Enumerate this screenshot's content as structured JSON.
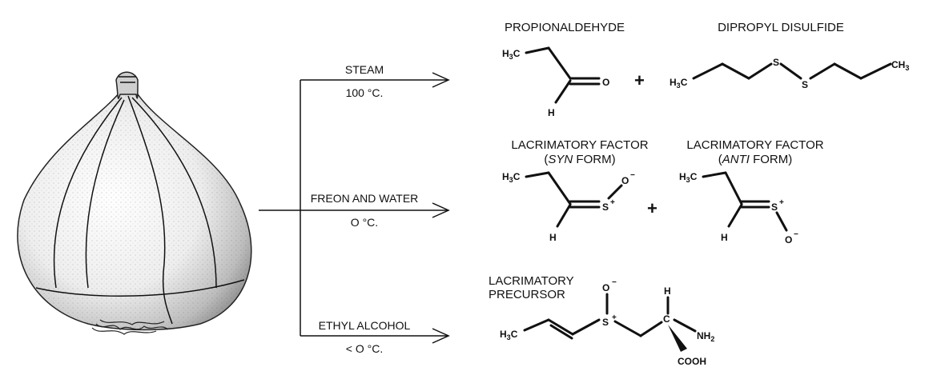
{
  "onion": {
    "icon": "onion-illustration"
  },
  "reactions": [
    {
      "condition_top": "STEAM",
      "condition_bottom": "100 °C."
    },
    {
      "condition_top": "FREON AND WATER",
      "condition_bottom": "O °C."
    },
    {
      "condition_top": "ETHYL ALCOHOL",
      "condition_bottom": "< O °C."
    }
  ],
  "products": {
    "propionaldehyde": {
      "title": "PROPIONALDEHYDE"
    },
    "dipropyl_disulfide": {
      "title": "DIPROPYL DISULFIDE"
    },
    "lf_syn": {
      "title_line1": "LACRIMATORY FACTOR",
      "title_line2": "(SYN FORM)"
    },
    "lf_anti": {
      "title_line1": "LACRIMATORY FACTOR",
      "title_line2": "(ANTI FORM)"
    },
    "precursor": {
      "title_line1": "LACRIMATORY",
      "title_line2": "PRECURSOR"
    }
  },
  "atoms": {
    "h3c": "H",
    "h3c_sub": "3",
    "h3c_c": "C",
    "ch3_c": "CH",
    "ch3_sub": "3",
    "o": "O",
    "h": "H",
    "s": "S",
    "c": "C",
    "nh2": "NH",
    "nh2_sub": "2",
    "cooh": "COOH",
    "plus_sign": "+",
    "minus_sign": "−",
    "plus_charge": "+"
  }
}
